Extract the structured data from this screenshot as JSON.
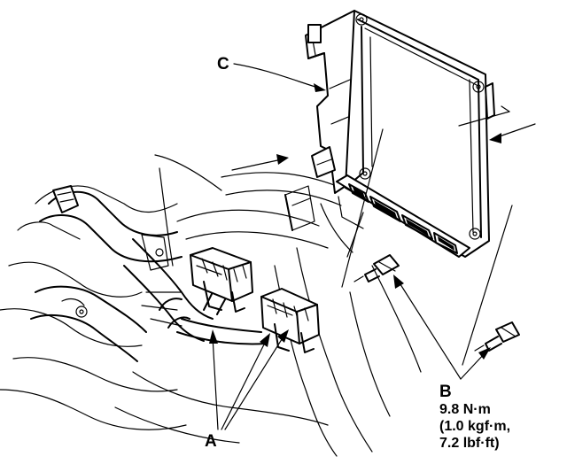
{
  "labels": {
    "c": "C",
    "a": "A",
    "b": "B",
    "torque_nm": "9.8 N·m",
    "torque_kgfm": "(1.0 kgf·m,",
    "torque_lbfft": "7.2 lbf·ft)"
  },
  "icons": {
    "ecm_bracket": "ecm-bracket-icon",
    "connector": "connector-icon",
    "bolt": "bolt-icon"
  },
  "colors": {
    "line": "#000000",
    "background": "#ffffff"
  }
}
